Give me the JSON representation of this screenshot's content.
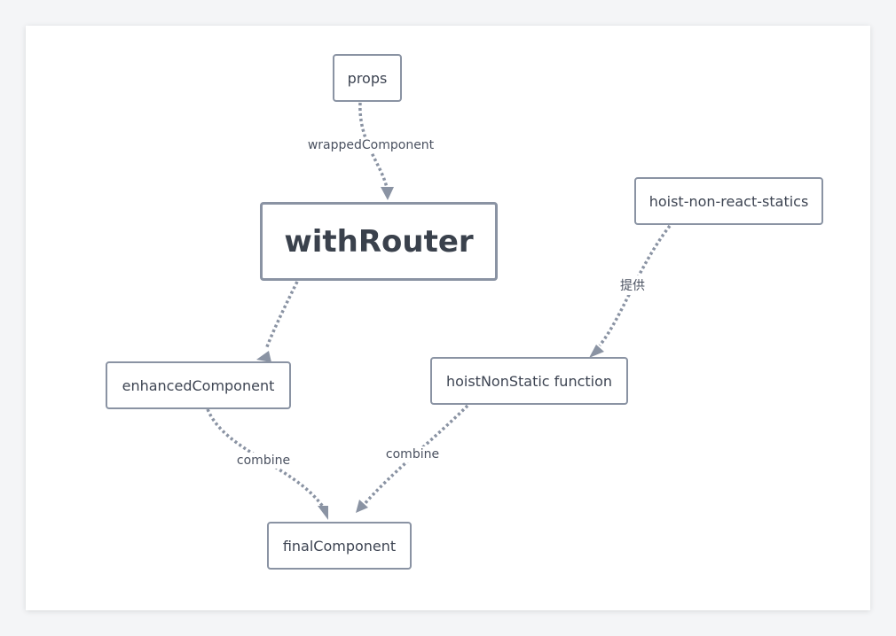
{
  "nodes": {
    "props": "props",
    "with_router": "withRouter",
    "hoist_non_react_statics": "hoist-non-react-statics",
    "enhanced_component": "enhancedComponent",
    "hoist_non_static_function": "hoistNonStatic function",
    "final_component": "finalComponent"
  },
  "edges": {
    "props_to_with_router": "wrappedComponent",
    "hoist_to_function": "提供",
    "enhanced_to_final": "combine",
    "function_to_final": "combine"
  },
  "colors": {
    "node_border": "#8a93a3",
    "edge": "#8a93a3",
    "text": "#3d4452"
  }
}
